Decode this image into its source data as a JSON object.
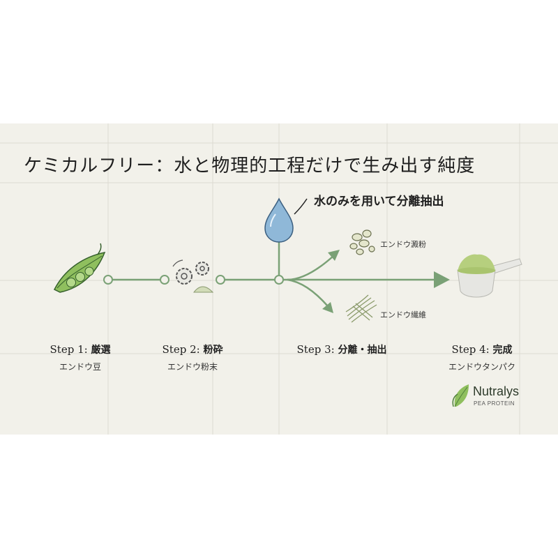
{
  "title": "ケミカルフリー：水と物理的工程だけで生み出す純度",
  "water_label": "水のみを用いて分離抽出",
  "branches": {
    "upper_label": "エンドウ澱粉",
    "lower_label": "エンドウ繊維"
  },
  "steps": [
    {
      "title": "Step 1:",
      "title_jp": "厳選",
      "subtitle": "エンドウ豆"
    },
    {
      "title": "Step 2:",
      "title_jp": "粉砕",
      "subtitle": "エンドウ粉末"
    },
    {
      "title": "Step 3:",
      "title_jp": "分離・抽出",
      "subtitle": ""
    },
    {
      "title": "Step 4:",
      "title_jp": "完成",
      "subtitle": "エンドウタンパク"
    }
  ],
  "logo": {
    "name": "Nutralys",
    "tagline": "PEA PROTEIN"
  },
  "icons": [
    "pea-pod-icon",
    "gears-icon",
    "water-drop-icon",
    "starch-granules-icon",
    "fiber-strands-icon",
    "protein-scoop-icon",
    "leaf-logo-icon"
  ],
  "colors": {
    "background": "#f2f1ea",
    "line": "#7aa176",
    "water": "#8fb8d8",
    "pea": "#8fbf5e"
  }
}
